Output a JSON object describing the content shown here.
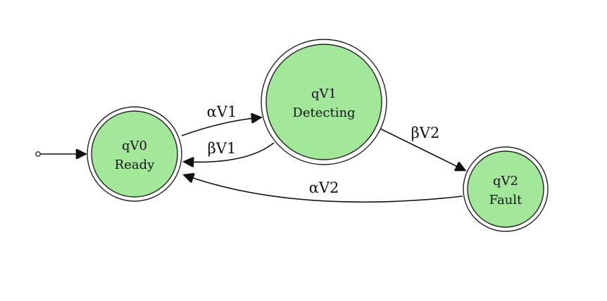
{
  "diagram": {
    "states": [
      {
        "id": "qV0",
        "name": "qV0",
        "label": "Ready",
        "initial": true
      },
      {
        "id": "qV1",
        "name": "qV1",
        "label": "Detecting",
        "initial": false
      },
      {
        "id": "qV2",
        "name": "qV2",
        "label": "Fault",
        "initial": false
      }
    ],
    "transitions": [
      {
        "from": "qV0",
        "to": "qV1",
        "label": "αV1"
      },
      {
        "from": "qV1",
        "to": "qV0",
        "label": "βV1"
      },
      {
        "from": "qV1",
        "to": "qV2",
        "label": "βV2"
      },
      {
        "from": "qV2",
        "to": "qV0",
        "label": "αV2"
      }
    ],
    "colors": {
      "state_fill": "#a3e89a",
      "stroke": "#222222"
    }
  }
}
